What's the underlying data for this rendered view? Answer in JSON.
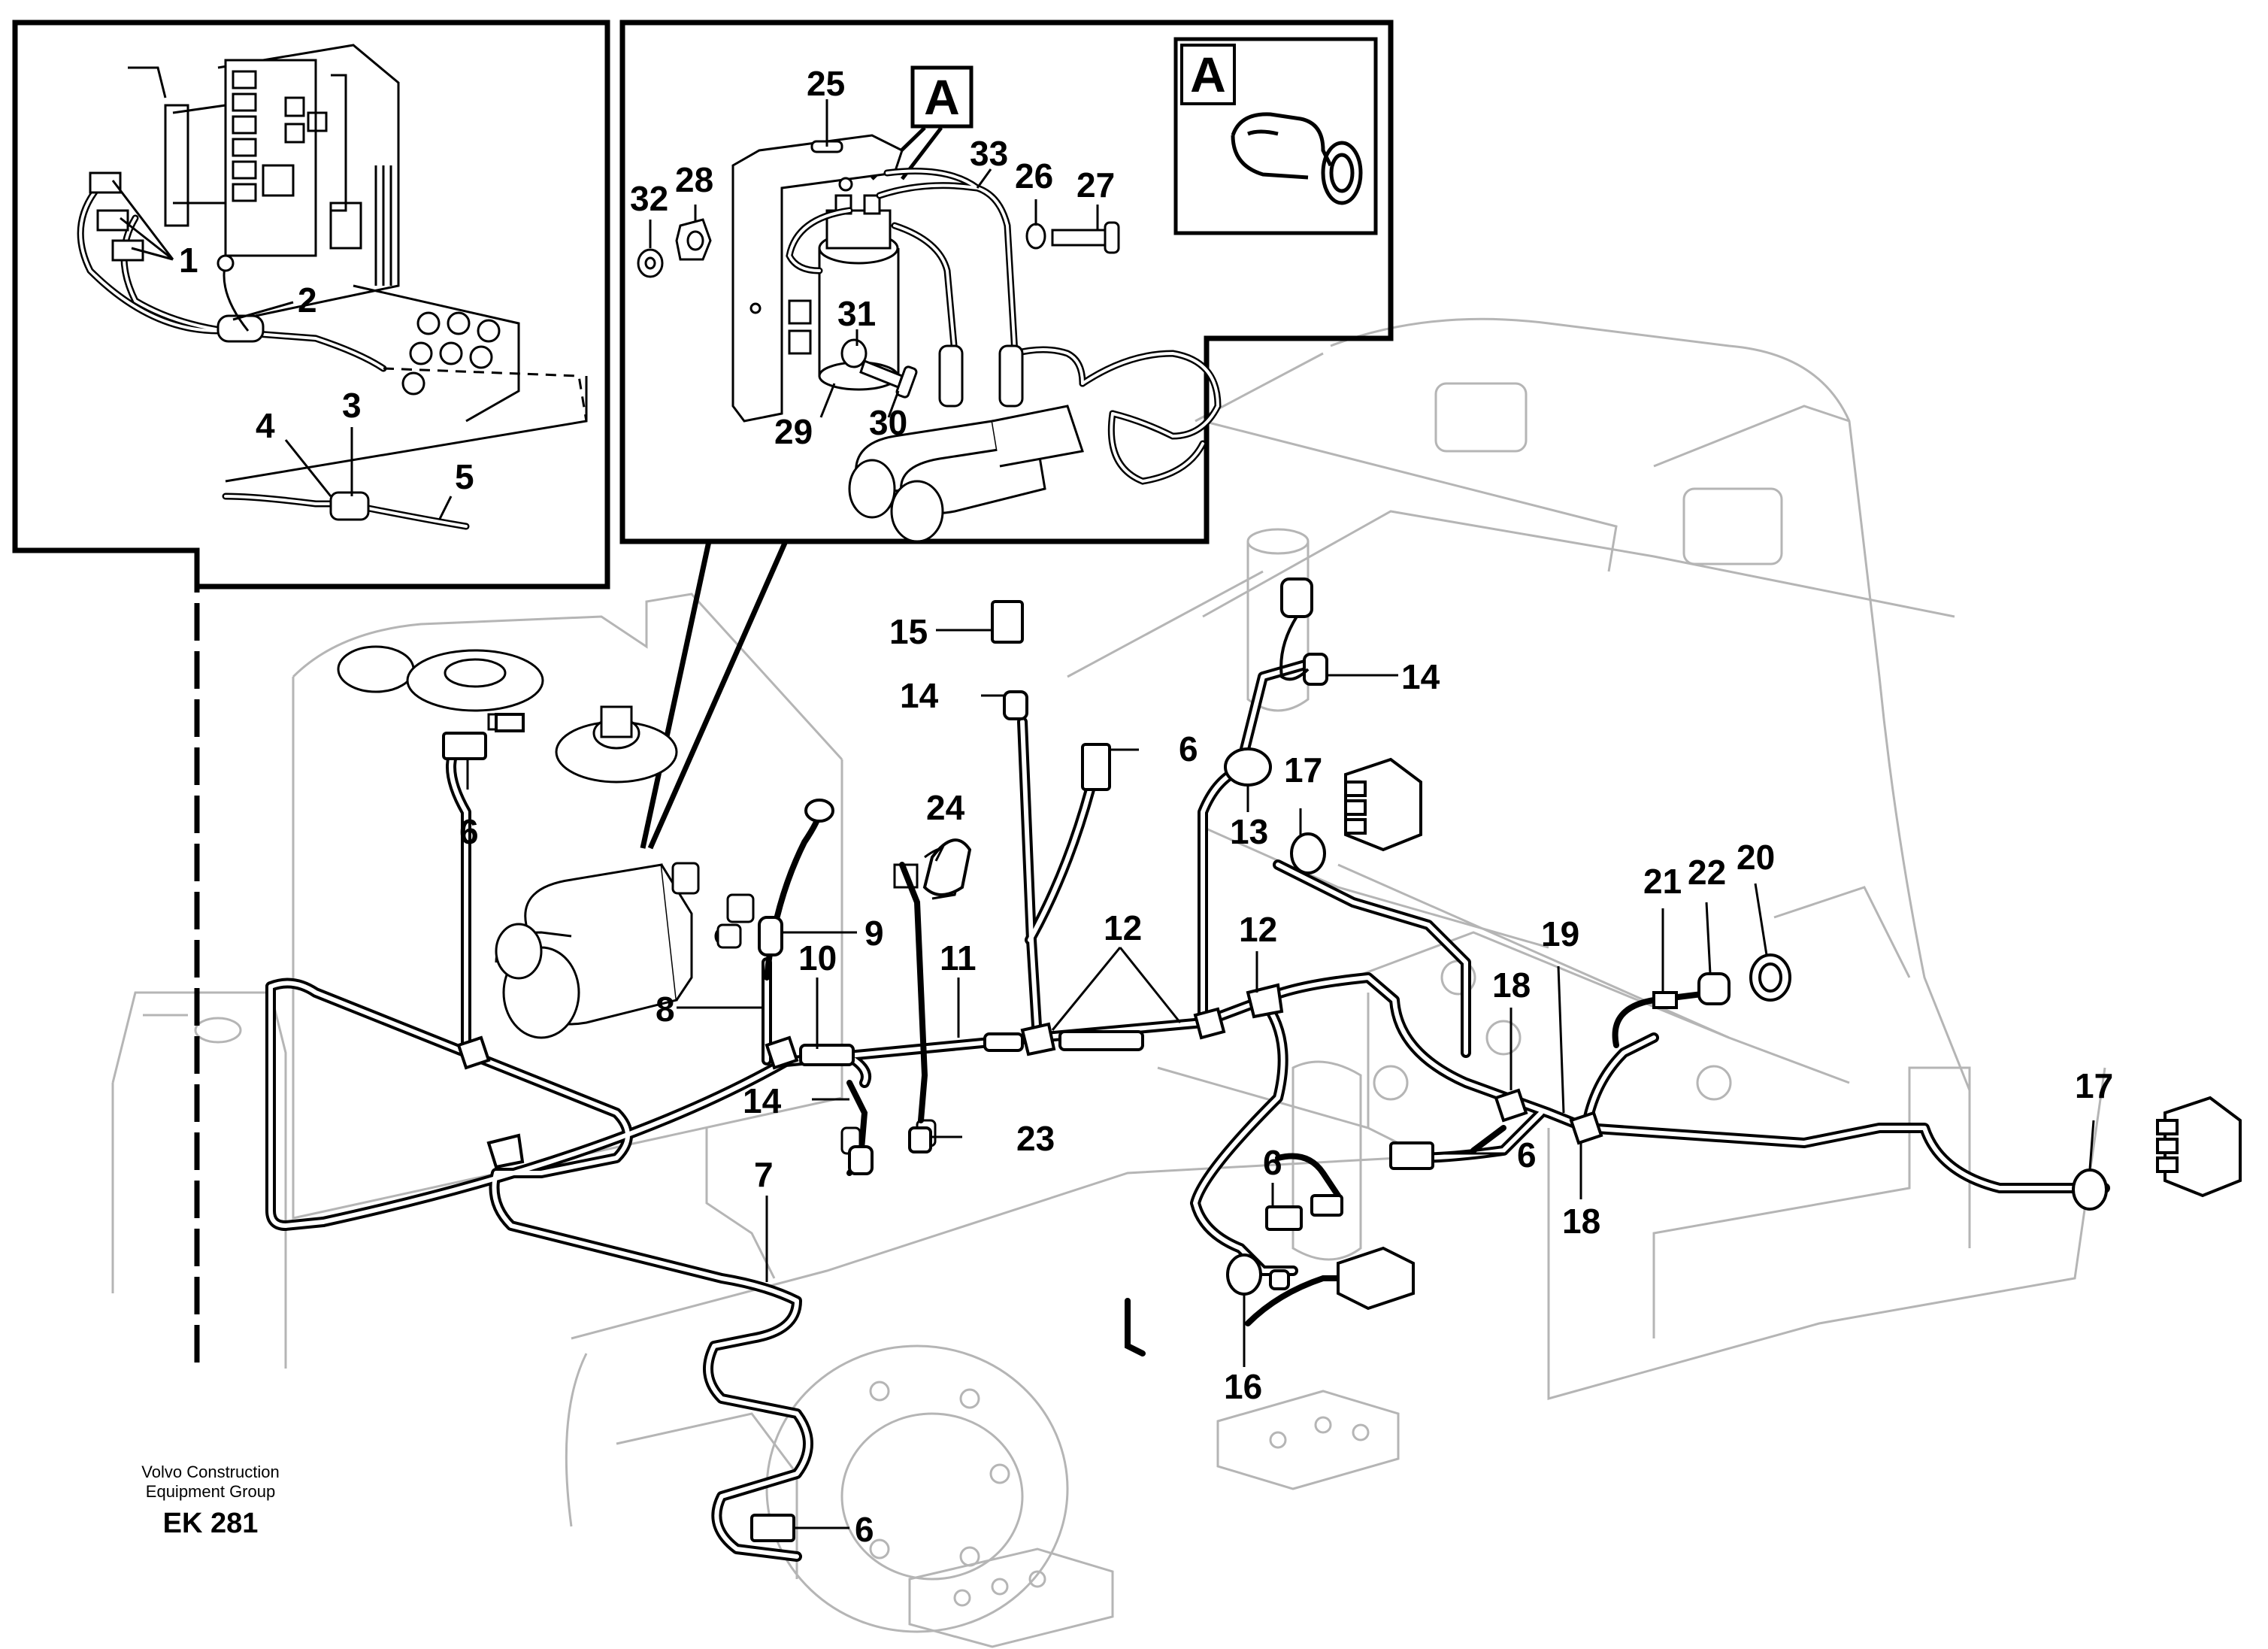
{
  "callouts": {
    "c1": "1",
    "c2": "2",
    "c3": "3",
    "c4": "4",
    "c5": "5",
    "c6": "6",
    "c7": "7",
    "c8": "8",
    "c9": "9",
    "c10": "10",
    "c11": "11",
    "c12": "12",
    "c13": "13",
    "c14": "14",
    "c15": "15",
    "c16": "16",
    "c17": "17",
    "c18": "18",
    "c19": "19",
    "c20": "20",
    "c21": "21",
    "c22": "22",
    "c23": "23",
    "c24": "24",
    "c25": "25",
    "c26": "26",
    "c27": "27",
    "c28": "28",
    "c29": "29",
    "c30": "30",
    "c31": "31",
    "c32": "32",
    "c33": "33"
  },
  "detail_label": "A",
  "footer": {
    "line1": "Volvo Construction",
    "line2": "Equipment Group",
    "code": "EK 281"
  }
}
